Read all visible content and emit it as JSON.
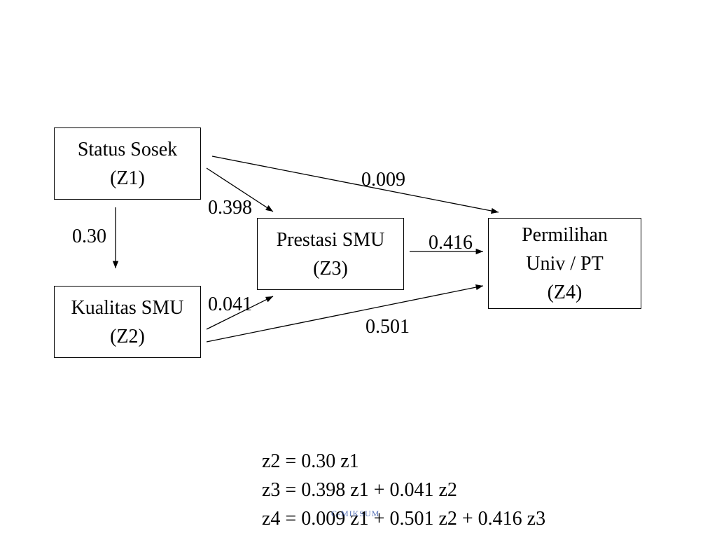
{
  "nodes": {
    "z1": {
      "line1": "Status Sosek",
      "line2": "(Z1)"
    },
    "z2": {
      "line1": "Kualitas SMU",
      "line2": "(Z2)"
    },
    "z3": {
      "line1": "Prestasi SMU",
      "line2": "(Z3)"
    },
    "z4": {
      "line1": "Permilihan",
      "line2": "Univ / PT",
      "line3": "(Z4)"
    }
  },
  "coefficients": {
    "z1_z2": "0.30",
    "z1_z3": "0.398",
    "z1_z4": "0.009",
    "z2_z3": "0.041",
    "z2_z4": "0.501",
    "z3_z4": "0.416"
  },
  "equations": [
    "z2 = 0.30 z1",
    "z3 = 0.398 z1 + 0.041 z2",
    "z4 = 0.009 z1 + 0.501 z2 + 0.416 z3"
  ],
  "footer": "C-MIKSUM",
  "colors": {
    "lines": "#000000",
    "footer": "#5a74b8"
  }
}
